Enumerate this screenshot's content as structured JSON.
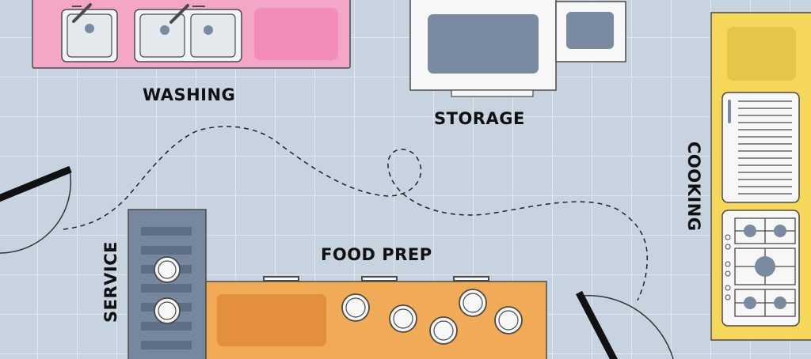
{
  "zones": {
    "washing": "WASHING",
    "storage": "STORAGE",
    "cooking": "COOKING",
    "food_prep": "FOOD PREP",
    "service": "SERVICE"
  },
  "colors": {
    "floor": "#c7d3de",
    "grid": "#e8eef4",
    "washing_counter": "#f3a6c6",
    "washing_pad": "#f28db9",
    "storage_unit": "#f7f7f7",
    "storage_screen": "#7a8aa0",
    "cooking_counter": "#f5d85a",
    "cooking_pad": "#e6c64a",
    "prep_counter": "#f1aa55",
    "prep_board": "#e3903c",
    "service_station": "#77889e",
    "path_line": "#222222",
    "wall_door": "#111111"
  },
  "icons": [
    "sink-icon",
    "double-sink-icon",
    "refrigerator-icon",
    "microwave-icon",
    "griddle-icon",
    "stove-burners-icon",
    "plate-icon",
    "door-swing-icon",
    "workflow-path-icon"
  ]
}
